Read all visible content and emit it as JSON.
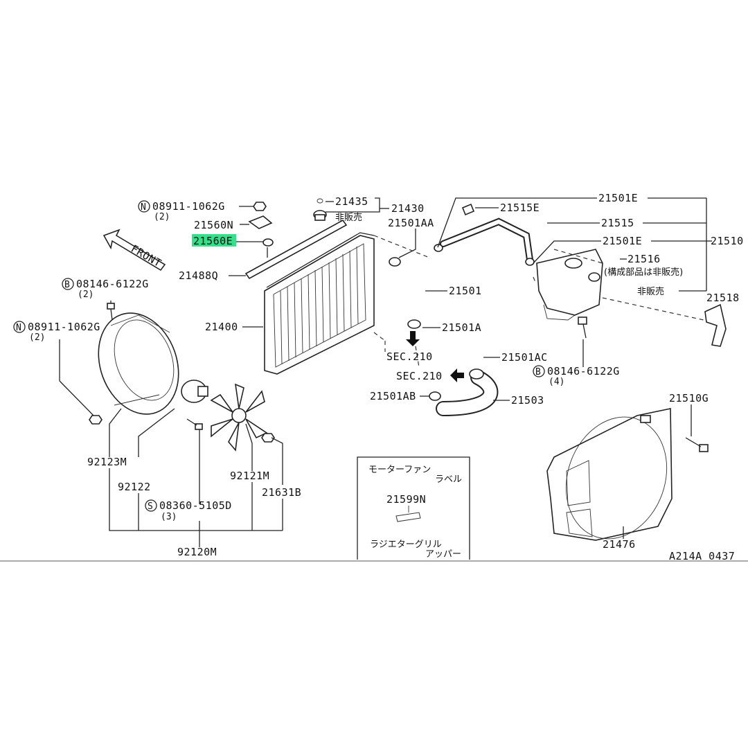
{
  "labels": {
    "n_08911_1062g_top": "08911-1062G",
    "qty_2_a": "(2)",
    "p21560n": "21560N",
    "p21560e": "21560E",
    "front": "FRONT",
    "p21488q": "21488Q",
    "b_08146_6122g_left": "08146-6122G",
    "qty_2_b": "(2)",
    "p21400": "21400",
    "n_08911_1062g_left": "08911-1062G",
    "qty_2_c": "(2)",
    "p21435": "21435",
    "p21430": "21430",
    "hihanbai_1": "非販売",
    "p21501aa": "21501AA",
    "p21501e_top": "21501E",
    "p21515e": "21515E",
    "p21515": "21515",
    "p21501e_mid": "21501E",
    "p21510": "21510",
    "p21516": "21516",
    "kosei_note": "(構成部品は非販売)",
    "hihanbai_2": "非販売",
    "p21518": "21518",
    "p21501": "21501",
    "p21501a": "21501A",
    "sec210_a": "SEC.210",
    "p21501ac": "21501AC",
    "sec210_b": "SEC.210",
    "b_08146_6122g_right": "08146-6122G",
    "qty_4": "(4)",
    "p21501ab": "21501AB",
    "p21503": "21503",
    "p21510g": "21510G",
    "p92123m": "92123M",
    "p92122": "92122",
    "p92121m": "92121M",
    "p21631b": "21631B",
    "s_08360_5105d": "08360-5105D",
    "qty_3": "(3)",
    "p92120m": "92120M",
    "motor_fan": "モーターファン",
    "label_word": "ラベル",
    "p21599n": "21599N",
    "radiator_grille": "ラジエターグリル",
    "upper": "アッパー",
    "p21476": "21476",
    "diagram_code": "A214A 0437",
    "circle_n": "N",
    "circle_b": "B",
    "circle_s": "S"
  },
  "highlight_color": "#35e08a",
  "line_color": "#222222"
}
